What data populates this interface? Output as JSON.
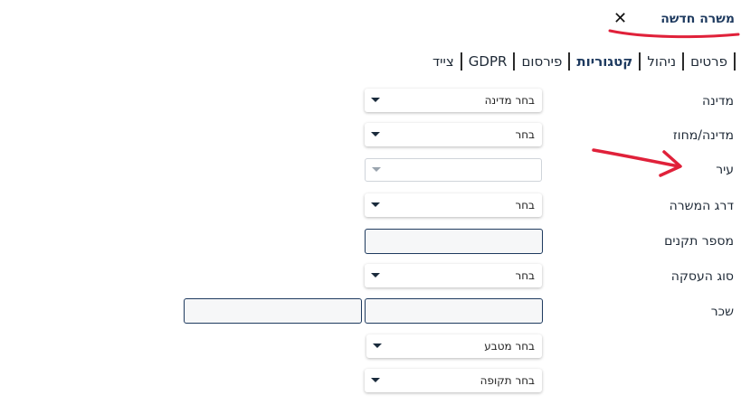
{
  "header": {
    "title": "משרה חדשה",
    "close_label": "✕"
  },
  "tabs": [
    {
      "label": "פרטים",
      "active": false
    },
    {
      "label": "ניהול",
      "active": false
    },
    {
      "label": "קטגוריות",
      "active": true
    },
    {
      "label": "פירסום",
      "active": false
    },
    {
      "label": "GDPR",
      "active": false
    },
    {
      "label": "צייד",
      "active": false
    }
  ],
  "form": {
    "country_label": "מדינה",
    "country_value": "בחר מדינה",
    "region_label": "מדינה/מחוז",
    "region_value": "בחר",
    "city_label": "עיר",
    "city_value": "",
    "level_label": "דרג המשרה",
    "level_value": "בחר",
    "positions_label": "מספר תקנים",
    "employment_label": "סוג העסקה",
    "employment_value": "בחר",
    "salary_label": "שכר",
    "currency_value": "בחר מטבע",
    "period_value": "בחר תקופה"
  },
  "colors": {
    "accent": "#1e3a5f",
    "annotation": "#e0213a"
  }
}
